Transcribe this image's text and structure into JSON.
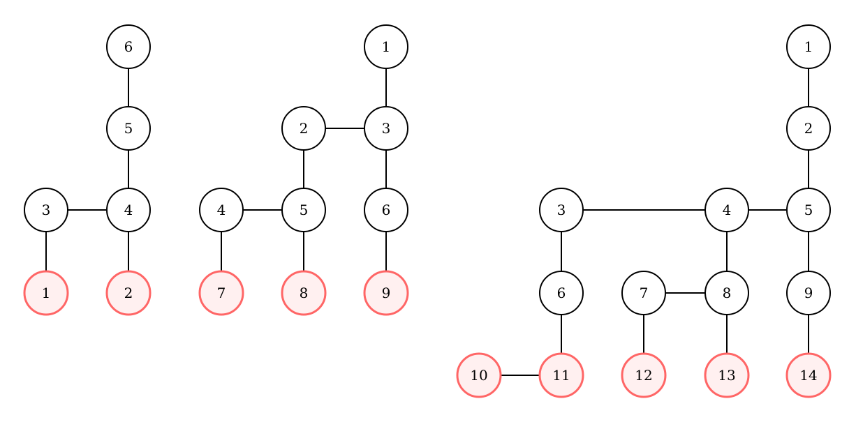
{
  "colors": {
    "highlight_stroke": "#ff6666",
    "highlight_fill": "#fff0f0",
    "node_stroke": "#000000"
  },
  "graphs": [
    {
      "name": "tree-1",
      "nodes": [
        {
          "id": "a6",
          "label": "6",
          "highlighted": false
        },
        {
          "id": "a5",
          "label": "5",
          "highlighted": false
        },
        {
          "id": "a4",
          "label": "4",
          "highlighted": false
        },
        {
          "id": "a3",
          "label": "3",
          "highlighted": false
        },
        {
          "id": "a1",
          "label": "1",
          "highlighted": true
        },
        {
          "id": "a2",
          "label": "2",
          "highlighted": true
        }
      ],
      "edges": [
        [
          "a6",
          "a5"
        ],
        [
          "a5",
          "a4"
        ],
        [
          "a4",
          "a3"
        ],
        [
          "a3",
          "a1"
        ],
        [
          "a4",
          "a2"
        ]
      ]
    },
    {
      "name": "tree-2",
      "nodes": [
        {
          "id": "b1",
          "label": "1",
          "highlighted": false
        },
        {
          "id": "b2",
          "label": "2",
          "highlighted": false
        },
        {
          "id": "b3",
          "label": "3",
          "highlighted": false
        },
        {
          "id": "b4",
          "label": "4",
          "highlighted": false
        },
        {
          "id": "b5",
          "label": "5",
          "highlighted": false
        },
        {
          "id": "b6",
          "label": "6",
          "highlighted": false
        },
        {
          "id": "b7",
          "label": "7",
          "highlighted": true
        },
        {
          "id": "b8",
          "label": "8",
          "highlighted": true
        },
        {
          "id": "b9",
          "label": "9",
          "highlighted": true
        }
      ],
      "edges": [
        [
          "b1",
          "b3"
        ],
        [
          "b2",
          "b3"
        ],
        [
          "b2",
          "b5"
        ],
        [
          "b3",
          "b6"
        ],
        [
          "b4",
          "b5"
        ],
        [
          "b4",
          "b7"
        ],
        [
          "b5",
          "b8"
        ],
        [
          "b6",
          "b9"
        ]
      ]
    },
    {
      "name": "tree-3",
      "nodes": [
        {
          "id": "c1",
          "label": "1",
          "highlighted": false
        },
        {
          "id": "c2",
          "label": "2",
          "highlighted": false
        },
        {
          "id": "c3",
          "label": "3",
          "highlighted": false
        },
        {
          "id": "c4",
          "label": "4",
          "highlighted": false
        },
        {
          "id": "c5",
          "label": "5",
          "highlighted": false
        },
        {
          "id": "c6",
          "label": "6",
          "highlighted": false
        },
        {
          "id": "c7",
          "label": "7",
          "highlighted": false
        },
        {
          "id": "c8",
          "label": "8",
          "highlighted": false
        },
        {
          "id": "c9",
          "label": "9",
          "highlighted": false
        },
        {
          "id": "c10",
          "label": "10",
          "highlighted": true
        },
        {
          "id": "c11",
          "label": "11",
          "highlighted": true
        },
        {
          "id": "c12",
          "label": "12",
          "highlighted": true
        },
        {
          "id": "c13",
          "label": "13",
          "highlighted": true
        },
        {
          "id": "c14",
          "label": "14",
          "highlighted": true
        }
      ],
      "edges": [
        [
          "c1",
          "c2"
        ],
        [
          "c2",
          "c5"
        ],
        [
          "c3",
          "c4"
        ],
        [
          "c4",
          "c5"
        ],
        [
          "c3",
          "c6"
        ],
        [
          "c4",
          "c8"
        ],
        [
          "c7",
          "c8"
        ],
        [
          "c5",
          "c9"
        ],
        [
          "c6",
          "c11"
        ],
        [
          "c10",
          "c11"
        ],
        [
          "c7",
          "c12"
        ],
        [
          "c8",
          "c13"
        ],
        [
          "c9",
          "c14"
        ]
      ]
    }
  ]
}
